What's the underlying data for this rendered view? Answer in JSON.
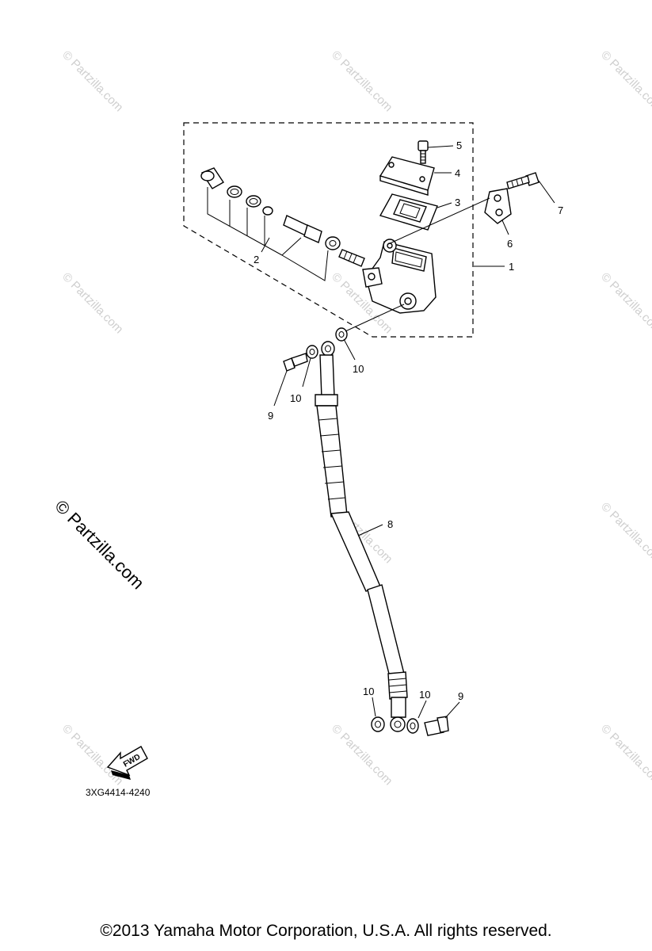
{
  "diagram": {
    "callouts": {
      "c1": "1",
      "c2": "2",
      "c3": "3",
      "c4": "4",
      "c5": "5",
      "c6": "6",
      "c7": "7",
      "c8": "8",
      "c9_top": "9",
      "c9_bottom": "9",
      "c10_a": "10",
      "c10_b": "10",
      "c10_c": "10",
      "c10_d": "10"
    },
    "diagram_code": "3XG4414-4240",
    "fwd_label": "FWD"
  },
  "watermark": {
    "text": "© Partzilla.com"
  },
  "footer": {
    "copyright": "©2013  Yamaha Motor Corporation, U.S.A. All rights reserved."
  }
}
